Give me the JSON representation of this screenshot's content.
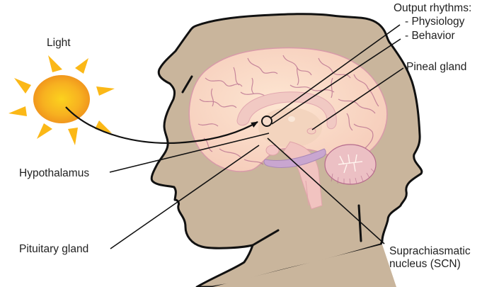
{
  "diagram": {
    "type": "anatomical-diagram",
    "subject": "Circadian rhythm regulation in the human brain",
    "colors": {
      "background": "#ffffff",
      "head_fill": "#c9b59c",
      "outline": "#111111",
      "brain_fill": "#f9d7c4",
      "brain_sulci": "#b56a8c",
      "corpus_callosum": "#f1c9c3",
      "thalamus": "#f2d3bd",
      "cerebellum": "#ecc0c4",
      "brainstem": "#f1c3c0",
      "sun_core": "#f6a820",
      "sun_rays": "#fbb817",
      "label_text": "#1f1f1f"
    },
    "labels": {
      "light": "Light",
      "output_rhythms": "Output rhythms:",
      "physiology": "- Physiology",
      "behavior": "- Behavior",
      "pineal_gland": "Pineal gland",
      "hypothalamus": "Hypothalamus",
      "pituitary_gland": "Pituitary gland",
      "scn_line1": "Suprachiasmatic",
      "scn_line2": "nucleus (SCN)"
    }
  }
}
